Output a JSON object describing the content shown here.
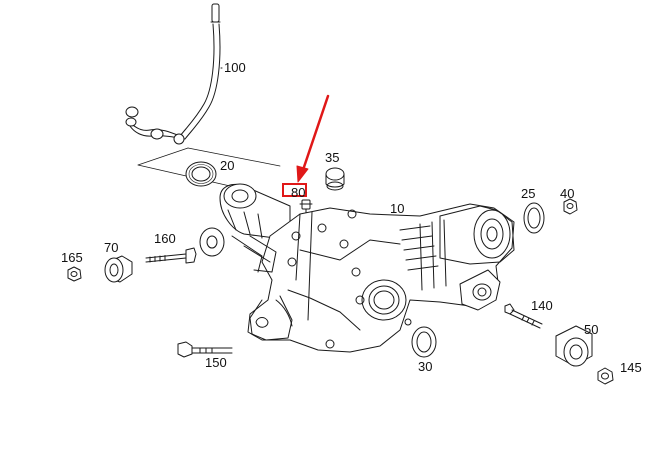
{
  "diagram": {
    "labels": {
      "p100": "100",
      "p20": "20",
      "p35": "35",
      "p80": "80",
      "p10": "10",
      "p25": "25",
      "p40": "40",
      "p160": "160",
      "p70": "70",
      "p165": "165",
      "p140": "140",
      "p50": "50",
      "p150": "150",
      "p30": "30",
      "p145": "145"
    },
    "highlighted_part": "80",
    "colors": {
      "line": "#1a1a1a",
      "annotation": "#e01818",
      "background": "#ffffff"
    }
  }
}
